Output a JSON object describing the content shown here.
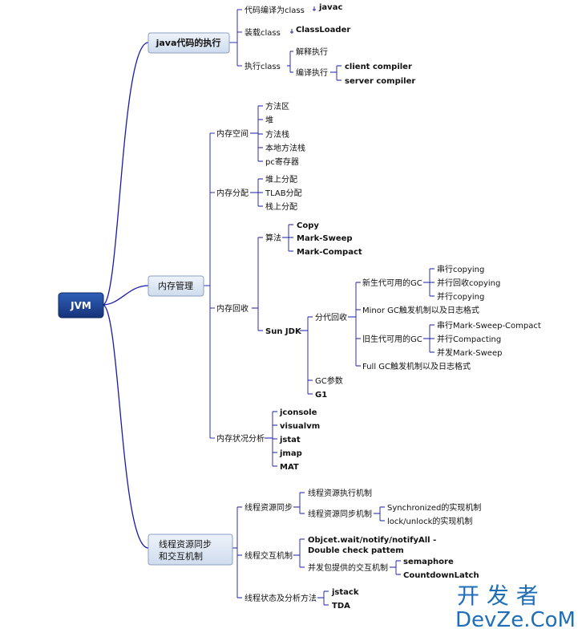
{
  "root": {
    "label": "JVM"
  },
  "branches": {
    "java_exec": {
      "label": "java代码的执行",
      "compile": {
        "label": "代码编译为class",
        "child": "javac"
      },
      "load": {
        "label": "装载class",
        "child": "ClassLoader"
      },
      "run": {
        "label": "执行class",
        "interpret": "解释执行",
        "compile": "编译执行",
        "client": "client compiler",
        "server": "server compiler"
      }
    },
    "memory": {
      "label": "内存管理",
      "space": {
        "label": "内存空间",
        "items": [
          "方法区",
          "堆",
          "方法栈",
          "本地方法栈",
          "pc寄存器"
        ]
      },
      "alloc": {
        "label": "内存分配",
        "items": [
          "堆上分配",
          "TLAB分配",
          "栈上分配"
        ]
      },
      "gc": {
        "label": "内存回收",
        "algo": {
          "label": "算法",
          "items": [
            "Copy",
            "Mark-Sweep",
            "Mark-Compact"
          ]
        },
        "sunjdk": {
          "label": "Sun JDK",
          "gen": {
            "label": "分代回收",
            "young": {
              "label": "新生代可用的GC",
              "items": [
                "串行copying",
                "并行回收copying",
                "并行copying"
              ]
            },
            "minor": "Minor GC触发机制以及日志格式",
            "old": {
              "label": "旧生代可用的GC",
              "items": [
                "串行Mark-Sweep-Compact",
                "并行Compacting",
                "并发Mark-Sweep"
              ]
            },
            "full": "Full GC触发机制以及日志格式"
          },
          "params": "GC参数",
          "g1": "G1"
        }
      },
      "analysis": {
        "label": "内存状况分析",
        "items": [
          "jconsole",
          "visualvm",
          "jstat",
          "jmap",
          "MAT"
        ]
      }
    },
    "thread": {
      "label1": "线程资源同步",
      "label2": "和交互机制",
      "sync": {
        "label": "线程资源同步",
        "exec": "线程资源执行机制",
        "mech": "线程资源同步机制",
        "sync_impl": "Synchronized的实现机制",
        "lock_impl": "lock/unlock的实现机制"
      },
      "interact": {
        "label": "线程交互机制",
        "wait1": "Objcet.wait/notify/notifyAll -",
        "wait2": "Double check pattem",
        "pkg": "并发包提供的交互机制",
        "semaphore": "semaphore",
        "latch": "CountdownLatch"
      },
      "state": {
        "label": "线程状态及分析方法",
        "items": [
          "jstack",
          "TDA"
        ]
      }
    }
  },
  "watermark": {
    "cn": "开 发 者",
    "en": "DevZe.CoM"
  },
  "colors": {
    "line": "#1a1aa8",
    "box_fill": "#dbe5f1",
    "box_stroke": "#8aa0c2",
    "root_fill": "#1a3f8f",
    "watermark": "#1f6fb8"
  }
}
